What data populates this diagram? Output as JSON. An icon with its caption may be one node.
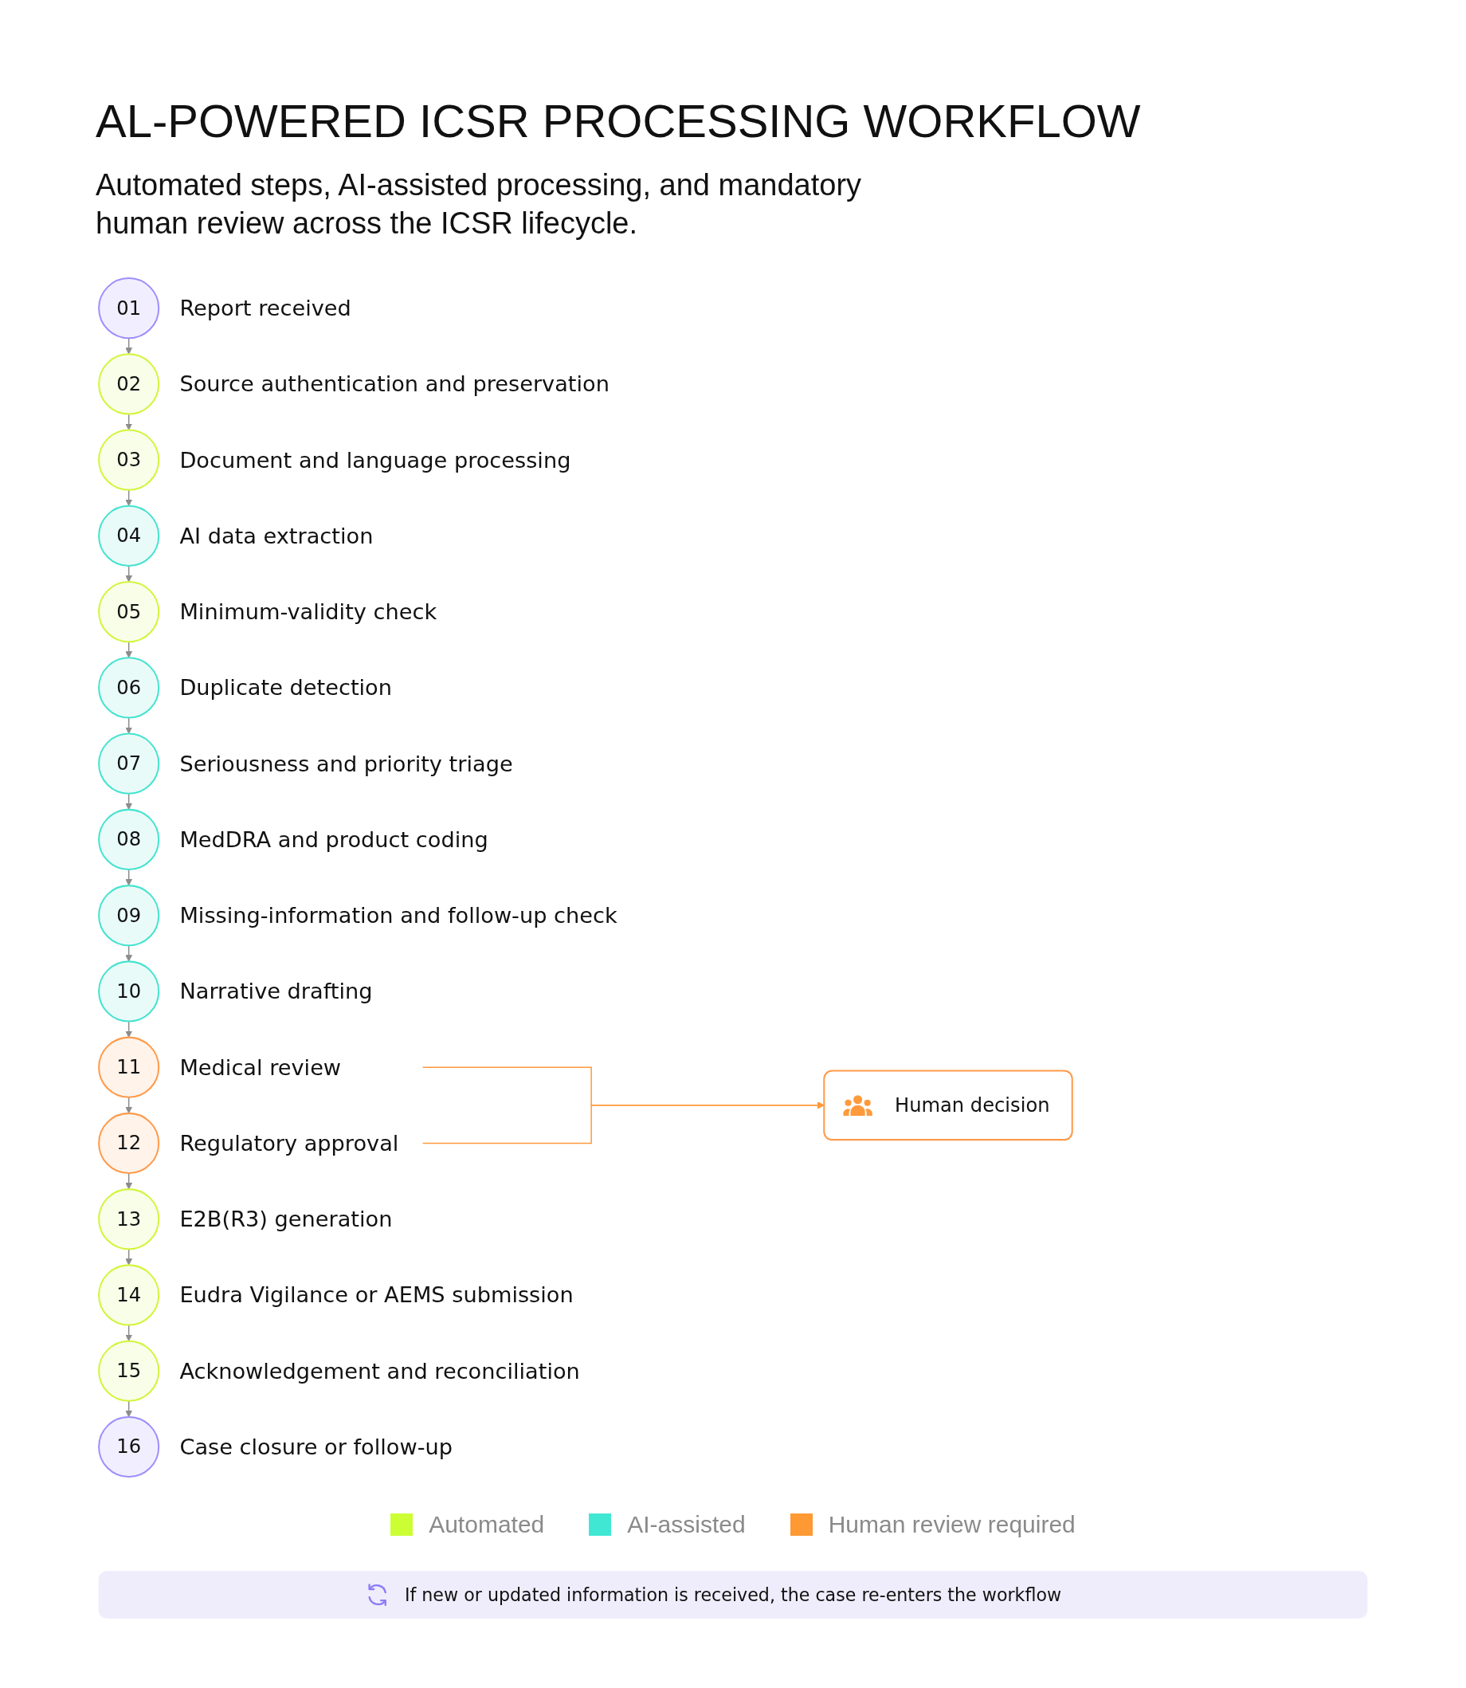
{
  "diagram": {
    "title": "AL-POWERED ICSR PROCESSING WORKFLOW",
    "nodes": [
      {
        "text": [
          "01"
        ],
        "beside": [
          "Report received"
        ]
      },
      {
        "text": [
          "02"
        ],
        "beside": [
          "Source authentication and preservation"
        ]
      },
      {
        "text": [
          "03"
        ],
        "beside": [
          "Document and language processing"
        ]
      },
      {
        "text": [
          "04"
        ],
        "beside": [
          "AI data extraction"
        ]
      },
      {
        "text": [
          "05"
        ],
        "beside": [
          "Minimum-validity check"
        ]
      },
      {
        "text": [
          "06"
        ],
        "beside": [
          "Duplicate detection"
        ]
      },
      {
        "text": [
          "07"
        ],
        "beside": [
          "Seriousness and priority triage"
        ]
      },
      {
        "text": [
          "08"
        ],
        "beside": [
          "MedDRA and product coding"
        ]
      },
      {
        "text": [
          "09"
        ],
        "beside": [
          "Missing-information and follow-up check"
        ]
      },
      {
        "text": [
          "10"
        ],
        "beside": [
          "Narrative drafting"
        ]
      },
      {
        "text": [
          "11"
        ],
        "beside": [
          "Medical review"
        ]
      },
      {
        "text": [
          "12"
        ],
        "beside": [
          "Regulatory approval"
        ]
      },
      {
        "text": [
          "13"
        ],
        "beside": [
          "E2B(R3) generation"
        ]
      },
      {
        "text": [
          "14"
        ],
        "beside": [
          "Eudra Vigilance or AEMS submission"
        ]
      },
      {
        "text": [
          "15"
        ],
        "beside": [
          "Acknowledgement and reconciliation"
        ]
      },
      {
        "text": [
          "16"
        ],
        "beside": [
          "Case closure or follow-up"
        ]
      },
      {
        "text": [
          "Human decision"
        ]
      },
      {
        "text": [
          "If new or updated information is received, the case re-enters the workflow"
        ]
      }
    ],
    "edges": [
      {
        "from": 0,
        "to": 1,
        "arrow": "to"
      },
      {
        "from": 1,
        "to": 2,
        "arrow": "to"
      },
      {
        "from": 2,
        "to": 3,
        "arrow": "to"
      },
      {
        "from": 3,
        "to": 4,
        "arrow": "to"
      },
      {
        "from": 4,
        "to": 5,
        "arrow": "to"
      },
      {
        "from": 5,
        "to": 6,
        "arrow": "to"
      },
      {
        "from": 6,
        "to": 7,
        "arrow": "to"
      },
      {
        "from": 7,
        "to": 8,
        "arrow": "to"
      },
      {
        "from": 8,
        "to": 9,
        "arrow": "to"
      },
      {
        "from": 9,
        "to": 10,
        "arrow": "to"
      },
      {
        "from": 10,
        "to": 11,
        "arrow": "to"
      },
      {
        "from": 11,
        "to": 12,
        "arrow": "to"
      },
      {
        "from": 12,
        "to": 13,
        "arrow": "to"
      },
      {
        "from": 13,
        "to": 14,
        "arrow": "to"
      },
      {
        "from": 14,
        "to": 15,
        "arrow": "to"
      },
      {
        "from": 10,
        "to": 16,
        "arrow": "to",
        "color": "#ff9a3c"
      },
      {
        "from": 11,
        "to": 16,
        "arrow": "to",
        "color": "#ff9a3c"
      }
    ],
    "labels": [
      "Automated steps, AI-assisted processing, and mandatory human review across the ICSR lifecycle."
    ],
    "legend": [
      {
        "text": "Automated",
        "color": "#ccff33"
      },
      {
        "text": "AI-assisted",
        "color": "#40e8d4"
      },
      {
        "text": "Human review required",
        "color": "#ff9933"
      }
    ]
  }
}
